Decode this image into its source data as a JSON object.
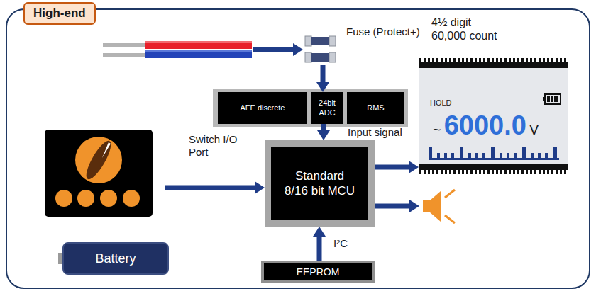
{
  "diagram": {
    "nodes": [
      {
        "text": [
          "High-end"
        ]
      },
      {
        "text": [
          "Fuse (Protect+)"
        ],
        "in": 0
      },
      {
        "text": [
          "AFE discrete"
        ],
        "in": 0
      },
      {
        "text": [
          "24bit ADC"
        ],
        "in": 0
      },
      {
        "text": [
          "RMS"
        ],
        "in": 0
      },
      {
        "text": [
          "4½ digit 60,000 count",
          "HOLD",
          "~",
          "6000.0",
          "V"
        ],
        "in": 0
      },
      {
        "text": [
          "Standard 8/16 bit MCU"
        ],
        "in": 0
      },
      {
        "text": [
          "Battery"
        ],
        "in": 0
      },
      {
        "text": [
          "EEPROM"
        ],
        "in": 0
      }
    ],
    "edges": [
      {
        "from": 1,
        "to": 3,
        "arrow": "to"
      },
      {
        "from": 3,
        "to": 6,
        "arrow": "to",
        "label": "Input signal"
      },
      {
        "from": 6,
        "to": 5,
        "arrow": "to"
      },
      {
        "from": 8,
        "to": 6,
        "arrow": "to",
        "label": "I²C"
      }
    ],
    "labels": [
      "Switch I/O Port"
    ]
  }
}
